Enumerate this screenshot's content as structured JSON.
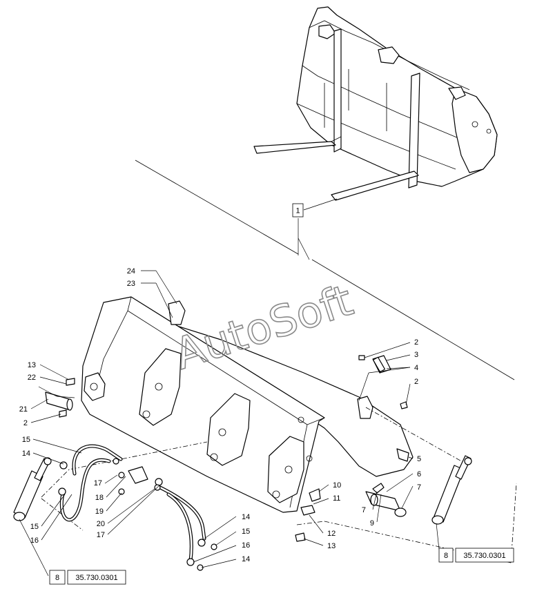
{
  "watermark": "AutoSoft",
  "callouts": {
    "c1": "1",
    "c24": "24",
    "c23": "23",
    "c13a": "13",
    "c22": "22",
    "c21": "21",
    "c2a": "2",
    "c15a": "15",
    "c14a": "14",
    "c17a": "17",
    "c18": "18",
    "c19": "19",
    "c20": "20",
    "c17b": "17",
    "c15b": "15",
    "c16a": "16",
    "c14b": "14",
    "c15c": "15",
    "c16b": "16",
    "c14c": "14",
    "c2b": "2",
    "c3": "3",
    "c4": "4",
    "c2c": "2",
    "c5": "5",
    "c6": "6",
    "c7a": "7",
    "c7b": "7",
    "c9": "9",
    "c10": "10",
    "c11": "11",
    "c12": "12",
    "c13b": "13"
  },
  "reference_boxes": {
    "left": {
      "qty": "8",
      "ref": "35.730.0301"
    },
    "right": {
      "qty": "8",
      "ref": "35.730.0301"
    }
  }
}
